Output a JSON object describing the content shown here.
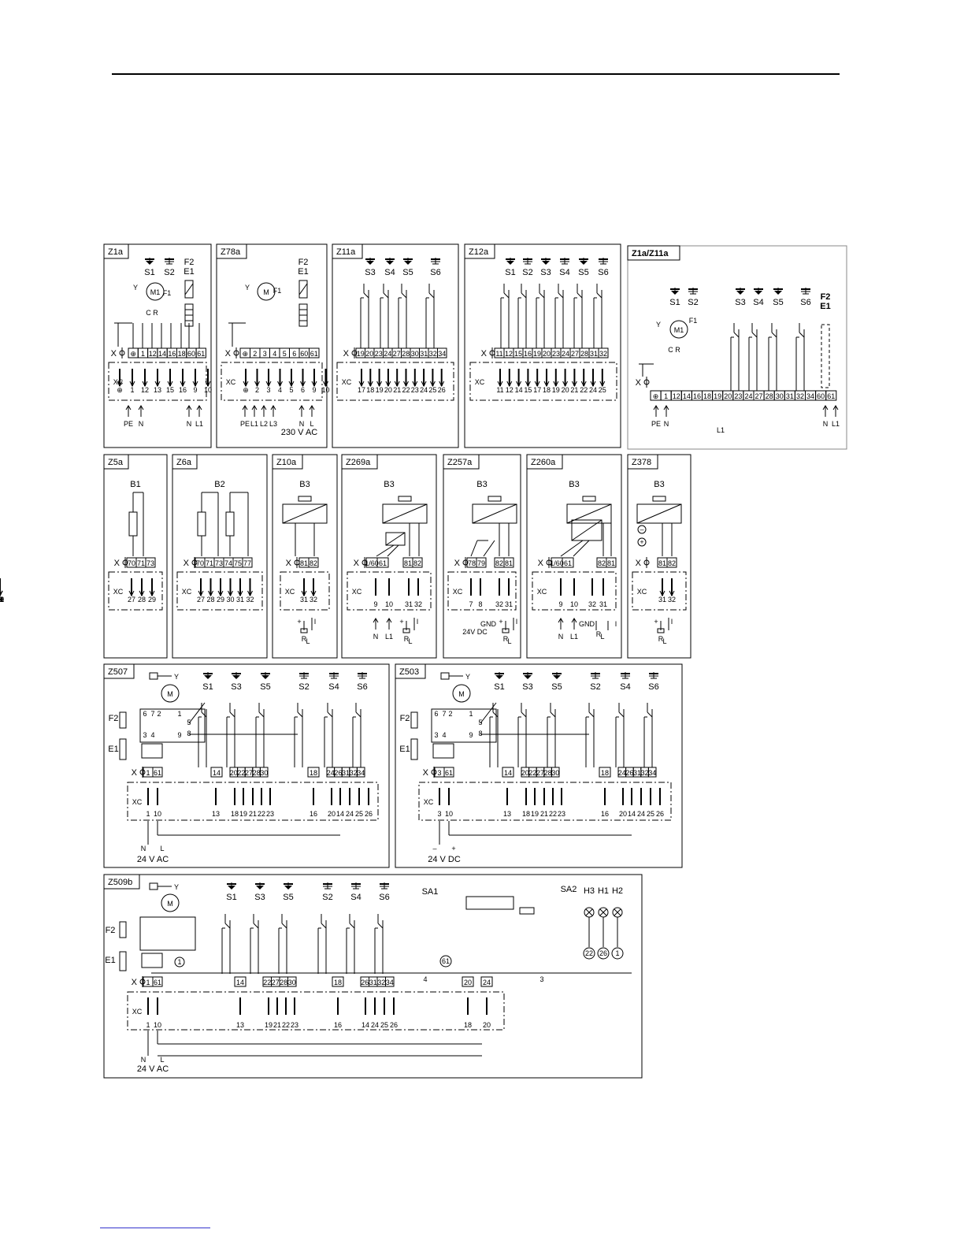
{
  "panels": {
    "z1a": {
      "id": "Z1a",
      "switches": [
        "S1",
        "S2"
      ],
      "fuse": [
        "F2",
        "E1"
      ],
      "motor": "M1",
      "y": "Y",
      "fi": "F1",
      "cr": "C R",
      "x": "X",
      "x_terms": [
        "⊕",
        "1",
        "12",
        "14",
        "16",
        "18",
        "60",
        "61"
      ],
      "xc": "XC",
      "xc_terms": [
        "⊕",
        "1",
        "12",
        "13",
        "15",
        "16",
        "9",
        "10"
      ],
      "supply": [
        "PE",
        "N",
        "N",
        "L1"
      ]
    },
    "z78a": {
      "id": "Z78a",
      "fuse": [
        "F2",
        "E1"
      ],
      "motor": "M",
      "y": "Y",
      "fi": "F1",
      "x": "X",
      "x_terms": [
        "⊕",
        "2",
        "3",
        "4",
        "5",
        "6",
        "60",
        "61"
      ],
      "xc": "XC",
      "xc_terms": [
        "⊕",
        "2",
        "3",
        "4",
        "5",
        "6",
        "9",
        "10"
      ],
      "supply": [
        "PE",
        "L1",
        "L2",
        "L3",
        "N",
        "L"
      ],
      "voltage": "230 V AC"
    },
    "z11a": {
      "id": "Z11a",
      "switches": [
        "S3",
        "S4",
        "S5",
        "S6"
      ],
      "x": "X",
      "x_terms": [
        "19",
        "20",
        "23",
        "24",
        "27",
        "28",
        "30",
        "31",
        "32",
        "34"
      ],
      "xc": "XC",
      "xc_terms": [
        "17",
        "18",
        "19",
        "20",
        "21",
        "22",
        "23",
        "24",
        "25",
        "26"
      ]
    },
    "z12a": {
      "id": "Z12a",
      "switches": [
        "S1",
        "S2",
        "S3",
        "S4",
        "S5",
        "S6"
      ],
      "x": "X",
      "x_terms": [
        "11",
        "12",
        "15",
        "16",
        "19",
        "20",
        "23",
        "24",
        "27",
        "28",
        "31",
        "32"
      ],
      "xc": "XC",
      "xc_terms": [
        "11",
        "12",
        "14",
        "15",
        "17",
        "18",
        "19",
        "20",
        "21",
        "22",
        "24",
        "25"
      ]
    },
    "z1a_z11a": {
      "id": "Z1a/Z11a",
      "switches_a": [
        "S1",
        "S2"
      ],
      "switches_b": [
        "S3",
        "S4",
        "S5",
        "S6"
      ],
      "fuse": [
        "F2",
        "E1"
      ],
      "motor": "M1",
      "y": "Y",
      "fi": "F1",
      "cr": "C R",
      "x": "X",
      "x_terms": [
        "⊕",
        "1",
        "12",
        "14",
        "16",
        "18",
        "19",
        "20",
        "23",
        "24",
        "27",
        "28",
        "30",
        "31",
        "32",
        "34",
        "60",
        "61"
      ],
      "supply": [
        "PE",
        "N",
        "L1",
        "N",
        "L1"
      ]
    },
    "z5a": {
      "id": "Z5a",
      "sensor": "B1",
      "x": "X",
      "x_terms": [
        "70",
        "71",
        "73"
      ],
      "xc": "XC",
      "xc_terms": [
        "27",
        "28",
        "29"
      ]
    },
    "z6a": {
      "id": "Z6a",
      "sensor": "B2",
      "x": "X",
      "x_terms": [
        "70",
        "71",
        "73",
        "74",
        "75",
        "77"
      ],
      "xc": "XC",
      "xc_terms": [
        "27",
        "28",
        "29",
        "30",
        "31",
        "32"
      ]
    },
    "z10a": {
      "id": "Z10a",
      "sensor": "B3",
      "x": "X",
      "x_terms": [
        "81",
        "82"
      ],
      "xc": "XC",
      "xc_terms": [
        "31",
        "32"
      ],
      "rl": "R",
      "rl_sub": "L",
      "i": "I"
    },
    "z269a": {
      "id": "Z269a",
      "sensor": "B3",
      "x": "X",
      "x_terms": [
        "1/60",
        "61",
        "81",
        "82"
      ],
      "xc": "XC",
      "xc_terms": [
        "9",
        "10",
        "31",
        "32"
      ],
      "supply": [
        "N",
        "L1"
      ],
      "rl": "R",
      "rl_sub": "L",
      "i": "I"
    },
    "z257a": {
      "id": "Z257a",
      "sensor": "B3",
      "x": "X",
      "x_terms": [
        "78",
        "79",
        "82",
        "81"
      ],
      "xc": "XC",
      "xc_terms": [
        "7",
        "8",
        "32",
        "31"
      ],
      "supply": [
        "24V DC",
        "GND"
      ],
      "rl": "R",
      "rl_sub": "L",
      "i": "I"
    },
    "z260a": {
      "id": "Z260a",
      "sensor": "B3",
      "x": "X",
      "x_terms": [
        "1/60",
        "61",
        "82",
        "81"
      ],
      "xc": "XC",
      "xc_terms": [
        "9",
        "10",
        "32",
        "31"
      ],
      "supply": [
        "N",
        "L1",
        "GND"
      ],
      "rl": "R",
      "rl_sub": "L",
      "i": "I"
    },
    "z378": {
      "id": "Z378",
      "sensor": "B3",
      "x": "X",
      "x_terms": [
        "81",
        "82"
      ],
      "xc": "XC",
      "xc_terms": [
        "31",
        "32"
      ],
      "rl": "R",
      "rl_sub": "L",
      "i": "I"
    },
    "z507": {
      "id": "Z507",
      "switches": [
        "S1",
        "S3",
        "S5",
        "S2",
        "S4",
        "S6"
      ],
      "y": "Y",
      "fuse": [
        "F2",
        "E1"
      ],
      "x": "X",
      "x_terms": [
        "1",
        "61",
        "14",
        "20",
        "22",
        "27",
        "28",
        "30",
        "18",
        "24",
        "26",
        "31",
        "32",
        "34"
      ],
      "xc": "XC",
      "xc_terms": [
        "1",
        "10",
        "13",
        "18",
        "19",
        "21",
        "22",
        "23",
        "16",
        "20",
        "14",
        "24",
        "25",
        "26"
      ],
      "supply": [
        "N",
        "L"
      ],
      "voltage": "24 V AC"
    },
    "z503": {
      "id": "Z503",
      "switches": [
        "S1",
        "S3",
        "S5",
        "S2",
        "S4",
        "S6"
      ],
      "y": "Y",
      "fuse": [
        "F2",
        "E1"
      ],
      "x": "X",
      "x_terms": [
        "3",
        "61",
        "14",
        "20",
        "22",
        "27",
        "28",
        "30",
        "18",
        "24",
        "26",
        "31",
        "32",
        "34"
      ],
      "xc": "XC",
      "xc_terms": [
        "3",
        "10",
        "13",
        "18",
        "19",
        "21",
        "22",
        "23",
        "16",
        "20",
        "14",
        "24",
        "25",
        "26"
      ],
      "supply": [
        "–",
        "+"
      ],
      "voltage": "24 V DC"
    },
    "z509b": {
      "id": "Z509b",
      "switches": [
        "S1",
        "S3",
        "S5",
        "S2",
        "S4",
        "S6"
      ],
      "y": "Y",
      "fuse": [
        "F2",
        "E1"
      ],
      "sa": [
        "SA1",
        "SA2"
      ],
      "lamps": [
        "H3",
        "H1",
        "H2"
      ],
      "lamp_terms": [
        "22",
        "26",
        "1"
      ],
      "x": "X",
      "x_terms": [
        "1",
        "61",
        "14",
        "22",
        "27",
        "28",
        "30",
        "18",
        "26",
        "31",
        "32",
        "34",
        "20",
        "24"
      ],
      "xc": "XC",
      "xc_terms": [
        "1",
        "10",
        "13",
        "19",
        "21",
        "22",
        "23",
        "16",
        "14",
        "24",
        "25",
        "26",
        "18",
        "20"
      ],
      "supply": [
        "N",
        "L"
      ],
      "voltage": "24 V AC",
      "node": "61",
      "ones": "1",
      "wires": [
        "4",
        "3"
      ]
    }
  }
}
